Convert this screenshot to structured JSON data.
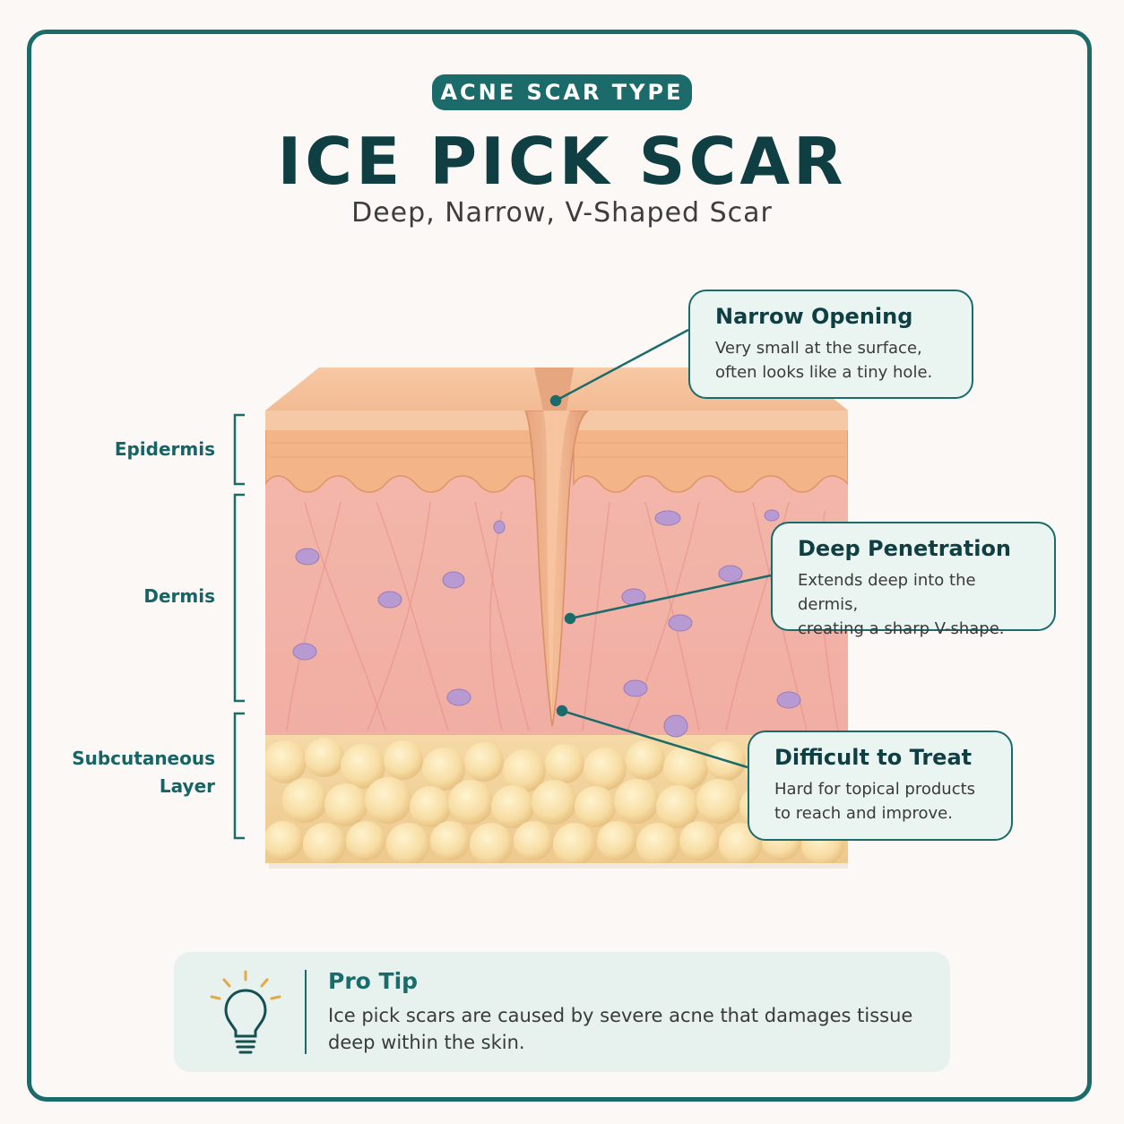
{
  "header": {
    "badge": "ACNE SCAR TYPE",
    "title": "ICE PICK SCAR",
    "subtitle": "Deep, Narrow, V-Shaped Scar"
  },
  "layers": {
    "epidermis": "Epidermis",
    "dermis": "Dermis",
    "subcutaneous_line1": "Subcutaneous",
    "subcutaneous_line2": "Layer"
  },
  "callouts": {
    "narrow_opening": {
      "title": "Narrow Opening",
      "body_line1": "Very small at the surface,",
      "body_line2": "often looks like a tiny hole."
    },
    "deep_penetration": {
      "title": "Deep Penetration",
      "body_line1": "Extends deep into the dermis,",
      "body_line2": "creating a sharp V-shape."
    },
    "difficult_to_treat": {
      "title": "Difficult to Treat",
      "body_line1": "Hard for topical products",
      "body_line2": "to reach and improve."
    }
  },
  "tip": {
    "title": "Pro Tip",
    "body_line1": "Ice pick scars are caused by severe acne that damages tissue",
    "body_line2": "deep within the skin.",
    "icon": "lightbulb-icon"
  },
  "colors": {
    "accent": "#1b6b6b",
    "title": "#0f3f42",
    "epidermis": "#f2b48c",
    "dermis": "#f3b6ad",
    "fat": "#f7dba0",
    "cells": "#b89ad2"
  }
}
